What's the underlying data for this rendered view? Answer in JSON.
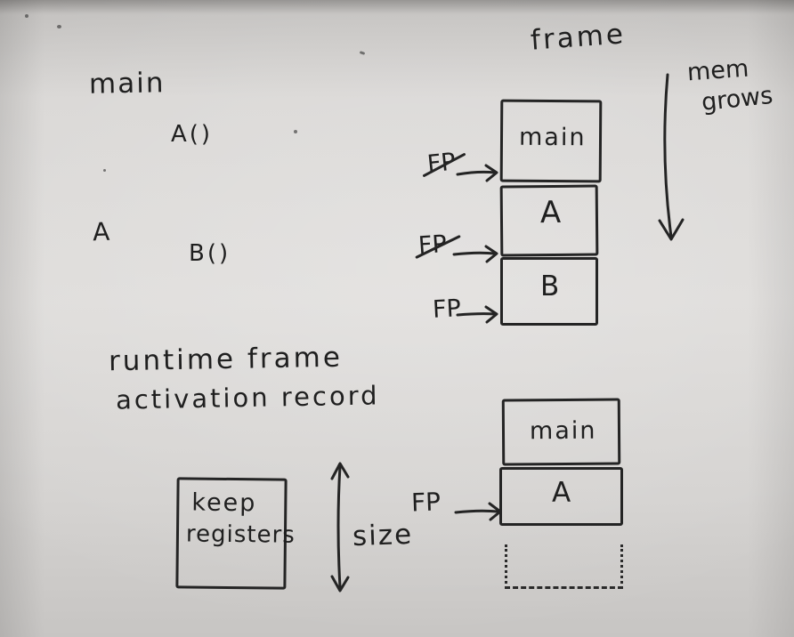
{
  "title": "frame",
  "code": {
    "main_label": "main",
    "a_call": "A()",
    "a_label": "A",
    "b_call": "B()"
  },
  "notes": {
    "line1": "runtime frame",
    "line2": "activation record"
  },
  "mem": {
    "line1": "mem",
    "line2": "grows"
  },
  "top_stack": {
    "frames": [
      "main",
      "A",
      "B"
    ],
    "fp_labels": [
      {
        "text": "FP",
        "crossed": true
      },
      {
        "text": "FP",
        "crossed": true
      },
      {
        "text": "FP",
        "crossed": false
      }
    ]
  },
  "bottom_stack": {
    "frames": [
      "main",
      "A"
    ],
    "fp_label": "FP",
    "registers_box": {
      "line1": "keep",
      "line2": "registers"
    },
    "size_label": "size"
  },
  "colors": {
    "ink": "#1f1f1f",
    "paper": "#d7d5d3"
  }
}
